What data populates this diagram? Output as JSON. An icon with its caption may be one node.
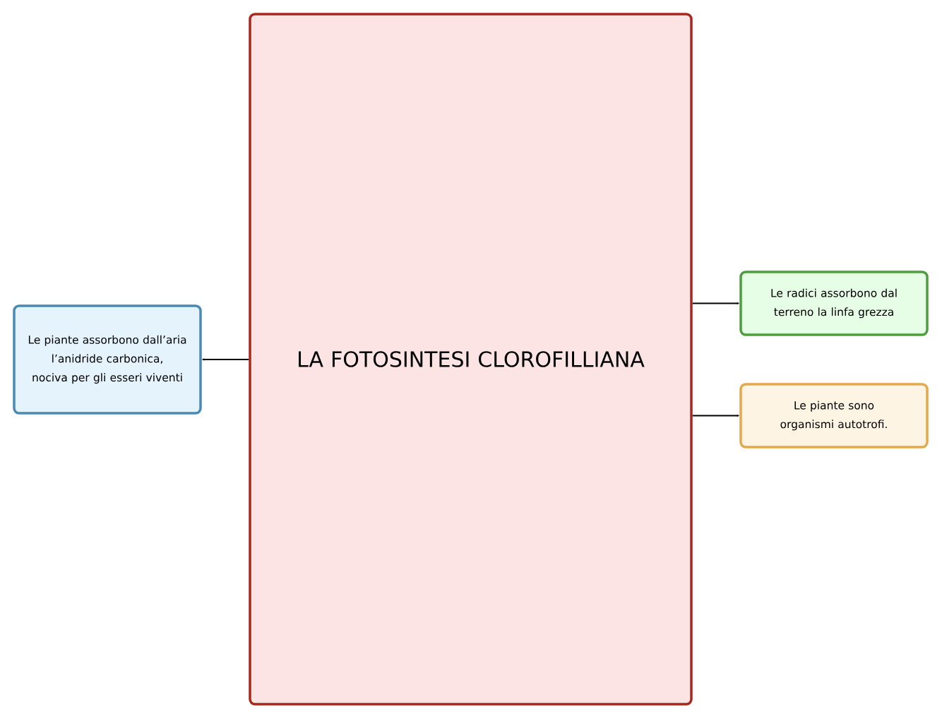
{
  "diagram": {
    "nodes": [
      {
        "text": [
          "LA FOTOSINTESI CLOROFILLIANA"
        ]
      },
      {
        "text": [
          "Le piante assorbono dall’aria l’anidride carbonica, nociva per gli esseri viventi"
        ]
      },
      {
        "text": [
          "Le radici assorbono dal terreno la linfa grezza"
        ]
      },
      {
        "text": [
          "Le piante sono organismi autotrofi."
        ]
      }
    ],
    "edges": [
      {
        "from": 0,
        "to": 1,
        "arrow": "to"
      },
      {
        "from": 0,
        "to": 2,
        "arrow": "to"
      },
      {
        "from": 0,
        "to": 3,
        "arrow": "to"
      }
    ]
  }
}
